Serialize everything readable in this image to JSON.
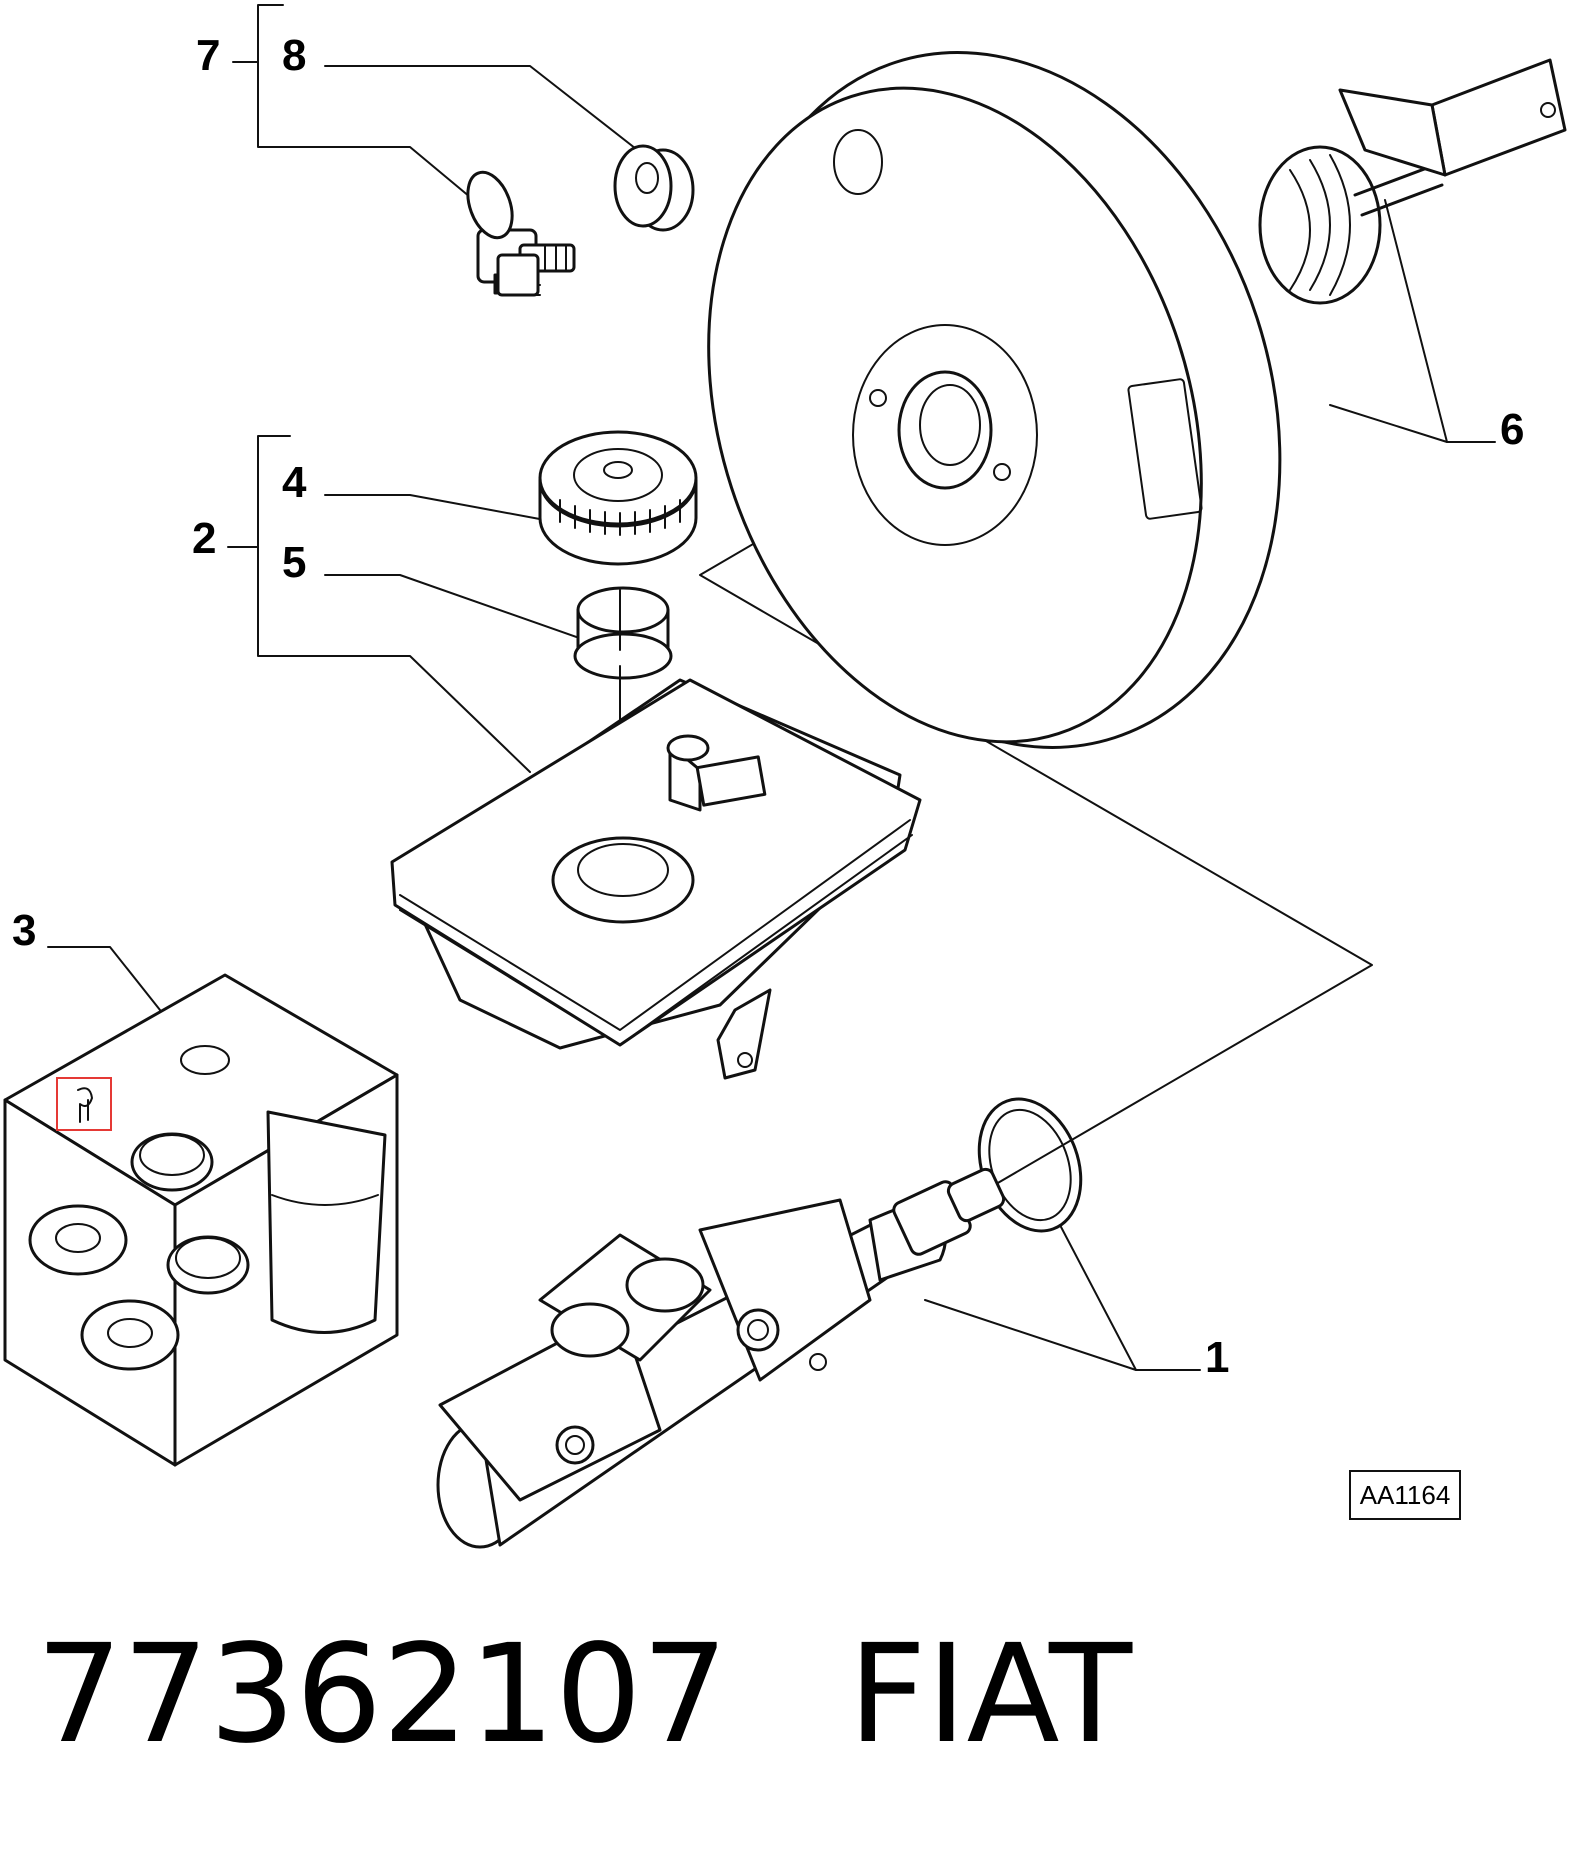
{
  "diagram": {
    "callouts": [
      {
        "id": "1",
        "text": "1"
      },
      {
        "id": "2",
        "text": "2"
      },
      {
        "id": "3",
        "text": "3"
      },
      {
        "id": "4",
        "text": "4"
      },
      {
        "id": "5",
        "text": "5"
      },
      {
        "id": "6",
        "text": "6"
      },
      {
        "id": "7",
        "text": "7"
      },
      {
        "id": "8",
        "text": "8"
      }
    ],
    "reference_code": "AA1164",
    "highlight_color": "#e53935"
  },
  "footer": {
    "part_number": "77362107",
    "brand": "FIAT"
  }
}
